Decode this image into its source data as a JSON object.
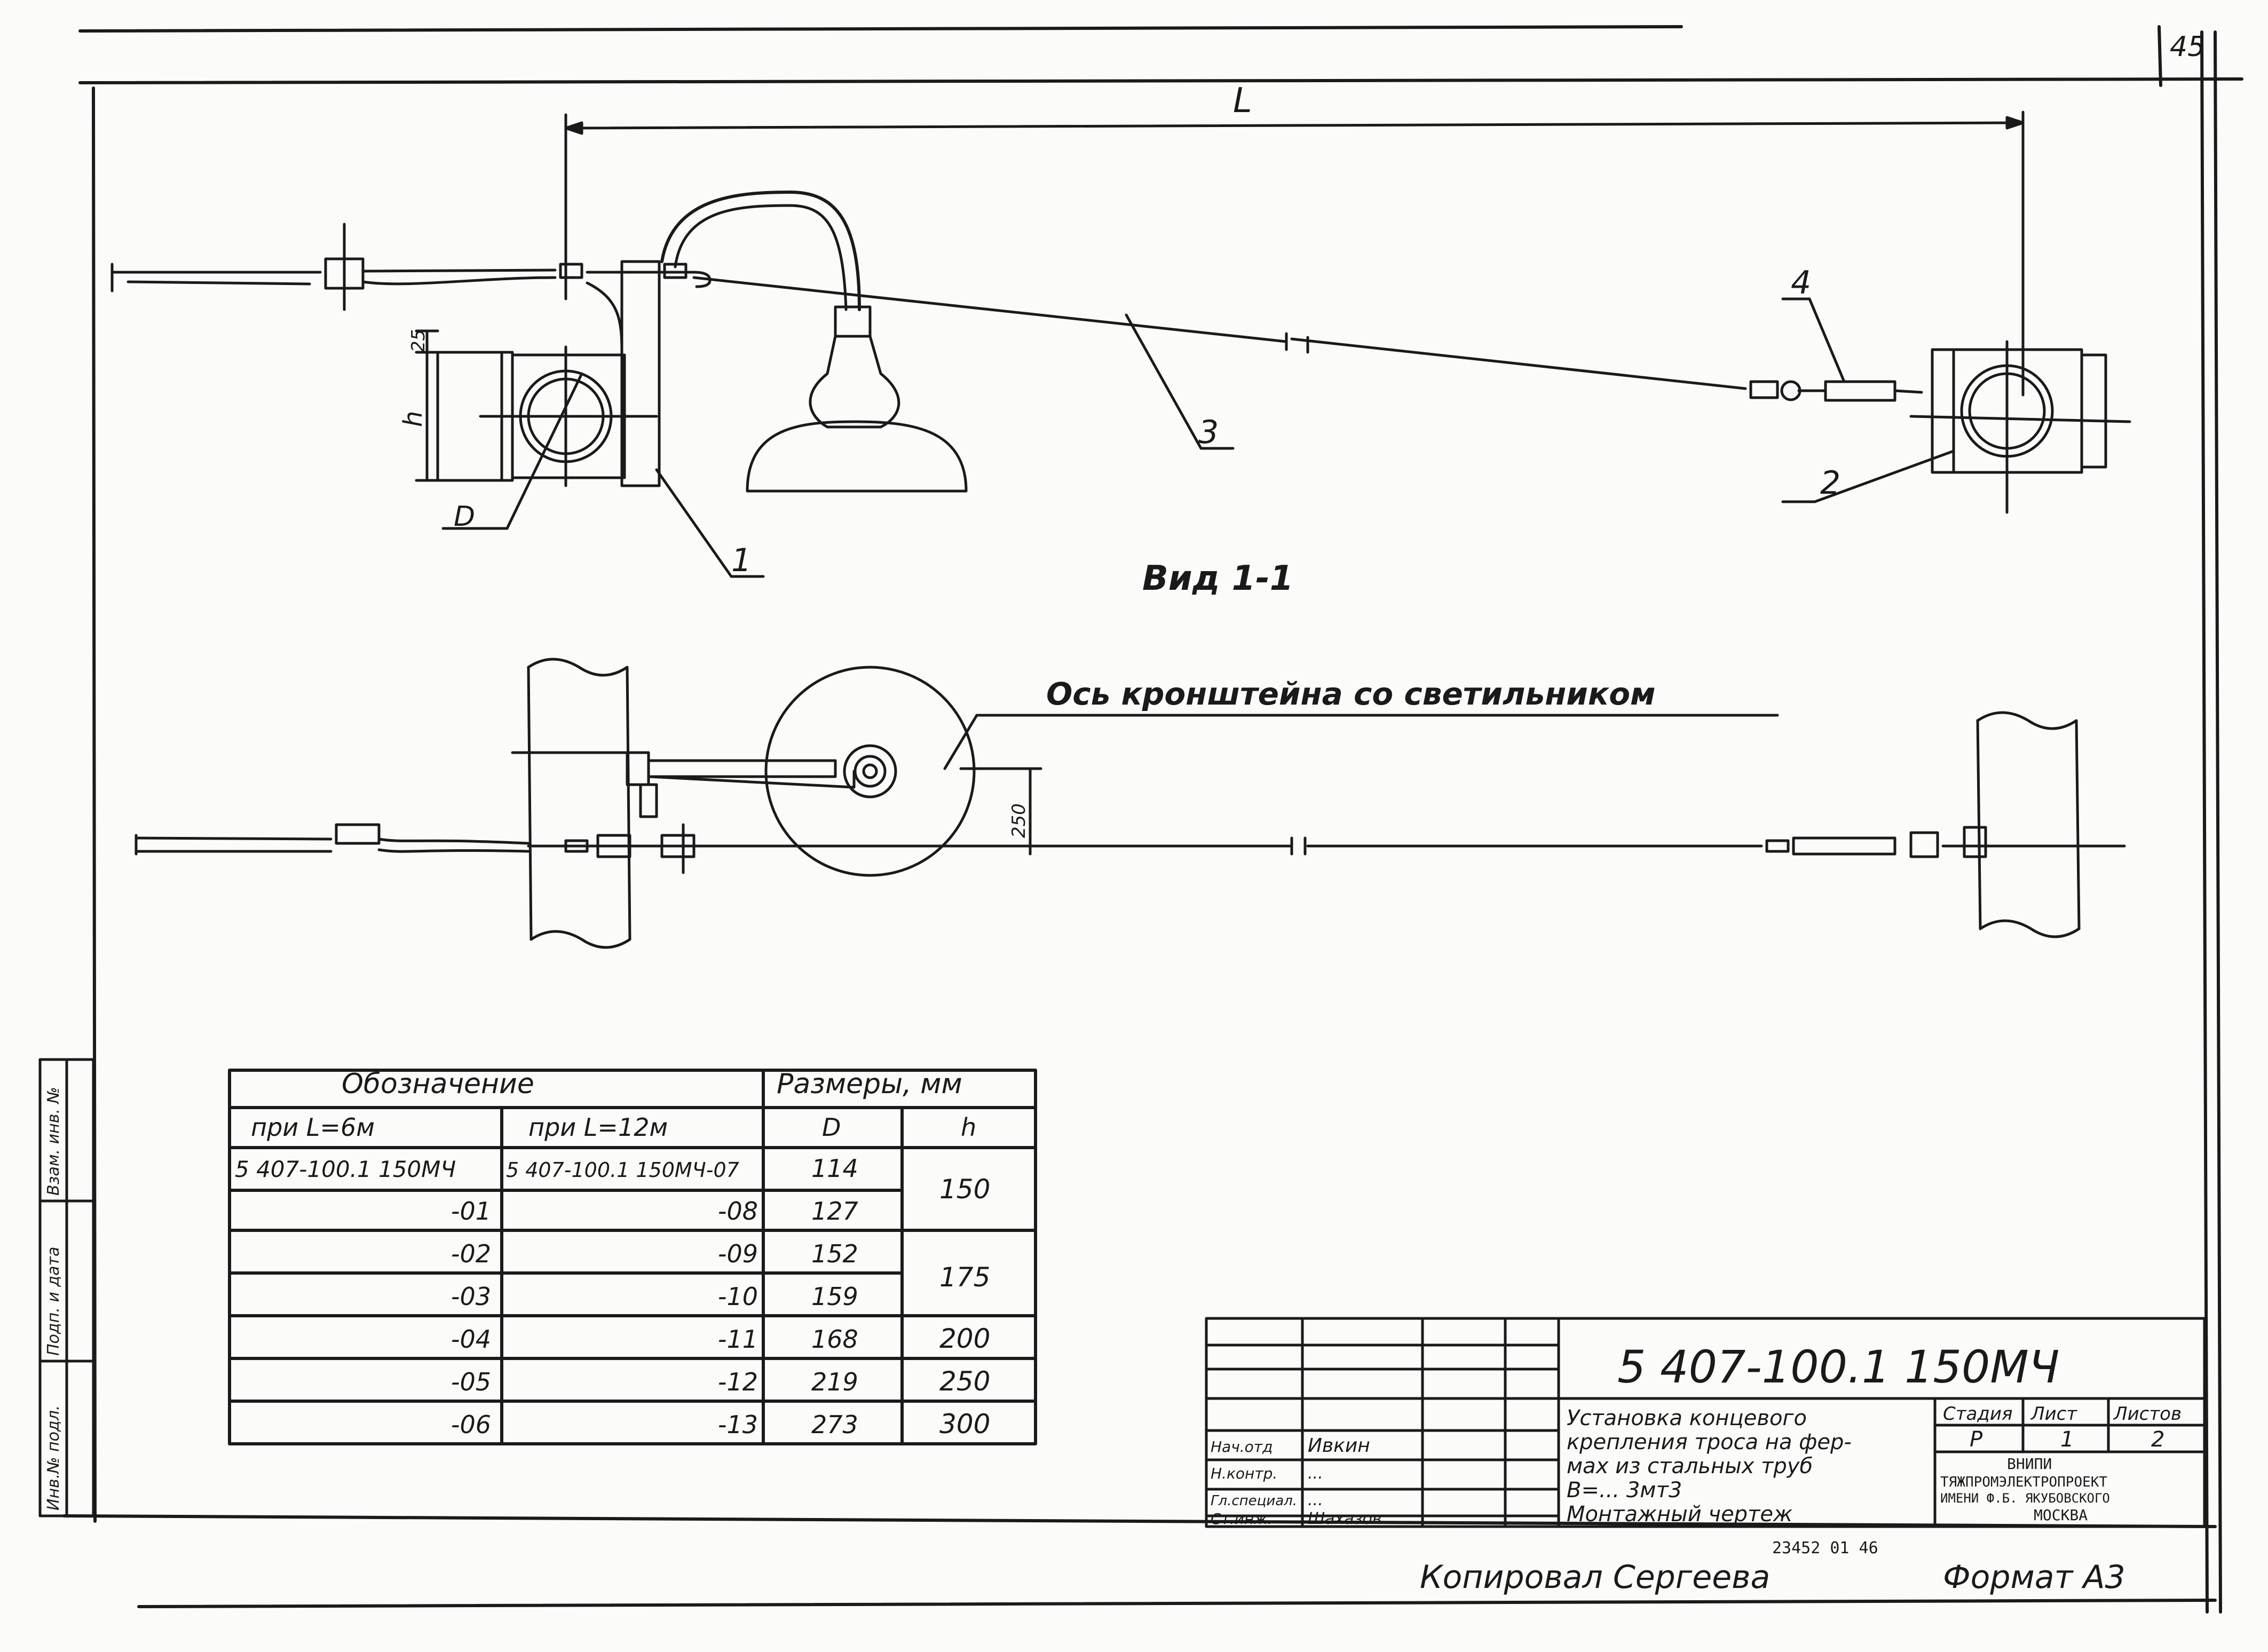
{
  "sheet": {
    "page_number": "45",
    "format": "Формат А3",
    "copied_by": "Копировал Сергеева",
    "stamp_number": "23452 01   46"
  },
  "drawing": {
    "dimension_L": "L",
    "dimension_h": "h",
    "dimension_25": "25",
    "dimension_D": "D",
    "dimension_250": "250",
    "view_label": "Вид 1-1",
    "axis_note": "Ось кронштейна со светильником",
    "callouts": [
      "1",
      "2",
      "3",
      "4"
    ]
  },
  "spec_table": {
    "header_designation": "Обозначение",
    "header_sizes": "Размеры, мм",
    "col_l6": "при L=6м",
    "col_l12": "при L=12м",
    "col_D": "D",
    "col_h": "h",
    "rows": [
      {
        "l6": "5 407-100.1 150МЧ",
        "l12": "5 407-100.1 150МЧ-07",
        "D": "114"
      },
      {
        "l6": "-01",
        "l12": "-08",
        "D": "127"
      },
      {
        "l6": "-02",
        "l12": "-09",
        "D": "152"
      },
      {
        "l6": "-03",
        "l12": "-10",
        "D": "159"
      },
      {
        "l6": "-04",
        "l12": "-11",
        "D": "168"
      },
      {
        "l6": "-05",
        "l12": "-12",
        "D": "219"
      },
      {
        "l6": "-06",
        "l12": "-13",
        "D": "273"
      }
    ],
    "h_values": [
      "150",
      "175",
      "200",
      "250",
      "300"
    ]
  },
  "title_block": {
    "code": "5 407-100.1 150МЧ",
    "title_lines": [
      "Установка концевого",
      "крепления троса на фер-",
      "мах из стальных труб",
      "В=... 3мт3",
      "Монтажный чертеж"
    ],
    "stage_header": "Стадия",
    "sheet_header": "Лист",
    "sheets_header": "Листов",
    "stage": "Р",
    "sheet": "1",
    "sheets": "2",
    "org_lines": [
      "ВНИПИ",
      "ТЯЖПРОМЭЛЕКТРОПРОЕКТ",
      "ИМЕНИ Ф.Б. ЯКУБОВСКОГО",
      "МОСКВА"
    ],
    "roles": [
      {
        "role": "Нач.отд",
        "name": "Ивкин"
      },
      {
        "role": "Н.контр.",
        "name": "..."
      },
      {
        "role": "Гл.специал.",
        "name": "..."
      },
      {
        "role": "Ст.инж.",
        "name": "Шахазов"
      }
    ]
  },
  "side_stamp": [
    "Инв.№ подл.",
    "Подп. и дата",
    "Взам. инв. №"
  ]
}
